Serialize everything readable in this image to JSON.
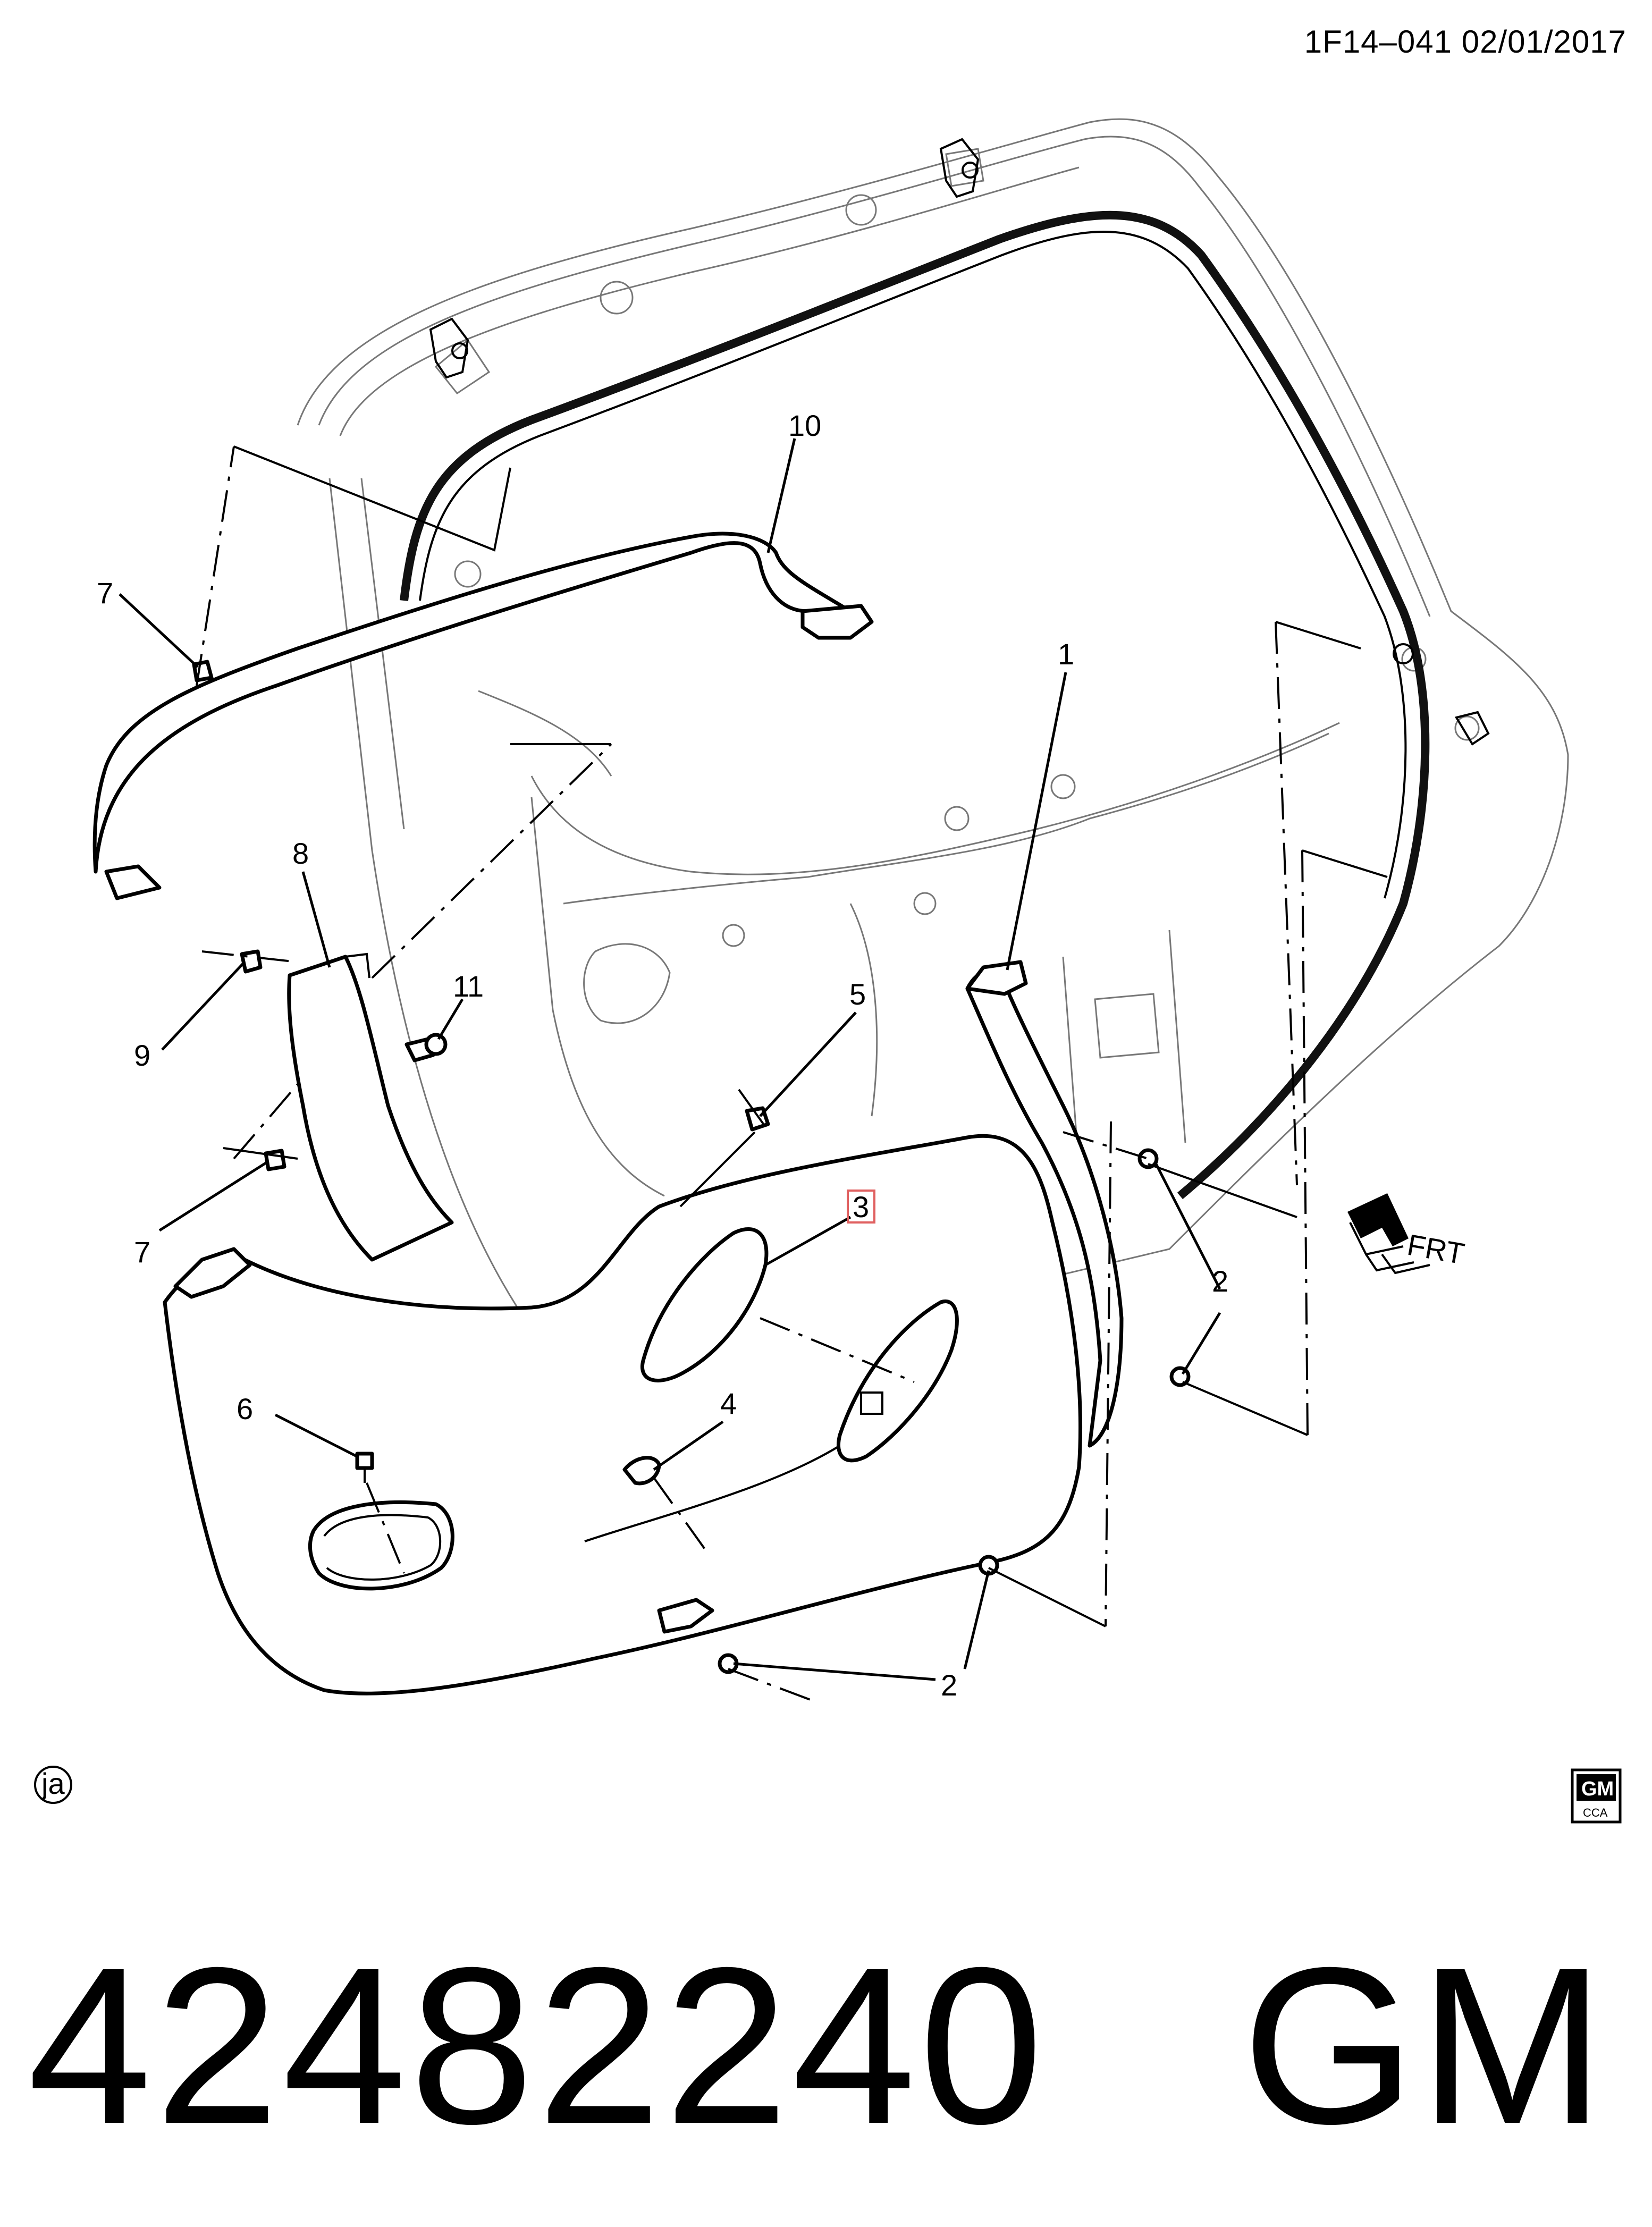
{
  "header": {
    "diagram_ref": "1F14–041  02/01/2017"
  },
  "callouts": {
    "c1": "1",
    "c2a": "2",
    "c2b": "2",
    "c3": "3",
    "c4": "4",
    "c5": "5",
    "c6": "6",
    "c7a": "7",
    "c7b": "7",
    "c8": "8",
    "c9": "9",
    "c10": "10",
    "c11": "11"
  },
  "front_arrow": {
    "label": "FRT"
  },
  "artist_mark": "ja",
  "logo": {
    "top": "GM",
    "bottom": "CCA"
  },
  "footer": {
    "part_number": "42482240   GM"
  },
  "colors": {
    "line": "#000000",
    "highlight_box": "#e06060",
    "background": "#ffffff"
  }
}
